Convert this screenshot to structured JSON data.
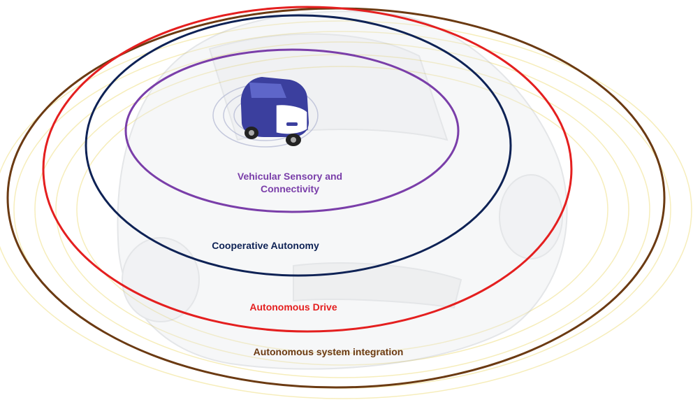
{
  "colors": {
    "brown": "#6b3a12",
    "red": "#e41f1f",
    "navy": "#0e2255",
    "purple": "#7a3ea9",
    "car_blue": "#3b3f9e",
    "ripple_yellow": "#f0e084"
  },
  "rings": [
    {
      "id": "system",
      "label": "Autonomous system integration",
      "color": "#6b3a12"
    },
    {
      "id": "drive",
      "label": "Autonomous Drive",
      "color": "#e41f1f"
    },
    {
      "id": "cooperative",
      "label": "Cooperative Autonomy",
      "color": "#0e2255"
    },
    {
      "id": "sensory",
      "label": "Vehicular Sensory and Connectivity",
      "color": "#7a3ea9"
    }
  ],
  "icons": {
    "car": "car-icon",
    "background_car": "background-car-image",
    "signal_waves": "signal-waves-icon"
  }
}
